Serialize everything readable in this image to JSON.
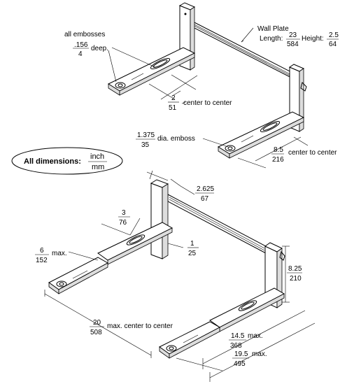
{
  "top_diagram": {
    "emboss_label": "all embosses",
    "emboss_depth_num": ".156",
    "emboss_depth_den": "4",
    "emboss_depth_suffix": "deep.",
    "wall_plate_title": "Wall Plate",
    "length_label": "Length:",
    "length_num": "23",
    "length_den": "584",
    "height_label": "Height:",
    "height_num": "2.5",
    "height_den": "64",
    "cc_small_num": "2",
    "cc_small_den": "51",
    "cc_small_suffix": "center to center",
    "dia_num": "1.375",
    "dia_den": "35",
    "dia_suffix": "dia. emboss",
    "cc_large_num": "8.5",
    "cc_large_den": "216",
    "cc_large_suffix": "center to center"
  },
  "legend": {
    "label": "All dimensions:",
    "unit_top": "inch",
    "unit_bottom": "mm"
  },
  "bottom_diagram": {
    "depth_num": "2.625",
    "depth_den": "67",
    "arm_w_num": "3",
    "arm_w_den": "76",
    "max6_num": "6",
    "max6_den": "152",
    "max6_suffix": "max.",
    "t1_num": "1",
    "t1_den": "25",
    "h_num": "8.25",
    "h_den": "210",
    "cc_num": "20",
    "cc_den": "508",
    "cc_suffix": "max. center to center",
    "max14_num": "14.5",
    "max14_den": "368",
    "max14_suffix": "max.",
    "max19_num": "19.5",
    "max19_den": "495",
    "max19_suffix": "max."
  }
}
